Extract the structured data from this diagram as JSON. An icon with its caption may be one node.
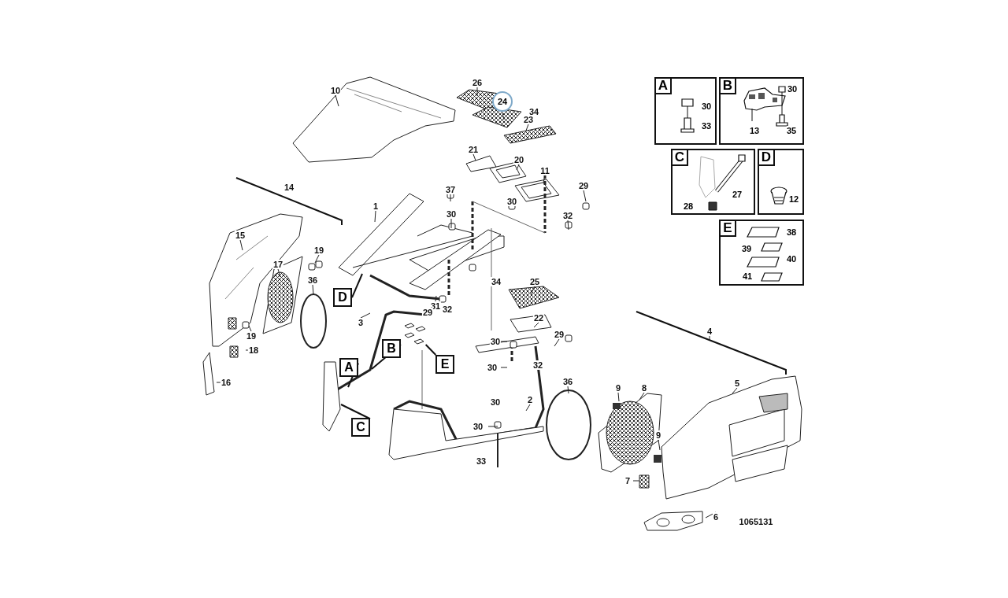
{
  "diagram": {
    "nodes": [
      {
        "text": [
          "A",
          "30",
          "33"
        ]
      },
      {
        "text": [
          "B",
          "30",
          "13",
          "35"
        ]
      },
      {
        "text": [
          "C",
          "27",
          "28"
        ]
      },
      {
        "text": [
          "D",
          "12"
        ]
      },
      {
        "text": [
          "E",
          "38",
          "39",
          "40",
          "41"
        ]
      },
      {
        "text": [
          "24"
        ]
      },
      {
        "text": [
          "D"
        ]
      },
      {
        "text": [
          "A"
        ]
      },
      {
        "text": [
          "B"
        ]
      },
      {
        "text": [
          "E"
        ]
      },
      {
        "text": [
          "C"
        ]
      },
      {
        "text": [],
        "shape": "box"
      }
    ],
    "edges": [
      {
        "from": 6,
        "to": null,
        "arrow": "none"
      },
      {
        "from": 7,
        "to": null,
        "arrow": "none"
      },
      {
        "from": 8,
        "to": null,
        "arrow": "none"
      },
      {
        "from": 9,
        "to": 11,
        "arrow": "none"
      },
      {
        "from": 10,
        "to": null,
        "arrow": "none"
      }
    ],
    "labels": [
      "10",
      "26",
      "34",
      "23",
      "21",
      "20",
      "11",
      "14",
      "37",
      "29",
      "1",
      "30",
      "30",
      "32",
      "15",
      "19",
      "17",
      "36",
      "34",
      "25",
      "31",
      "32",
      "29",
      "3",
      "22",
      "19",
      "30",
      "29",
      "4",
      "18",
      "30",
      "32",
      "16",
      "36",
      "9",
      "8",
      "5",
      "30",
      "2",
      "30",
      "9",
      "33",
      "7",
      "6",
      "1065131"
    ]
  }
}
